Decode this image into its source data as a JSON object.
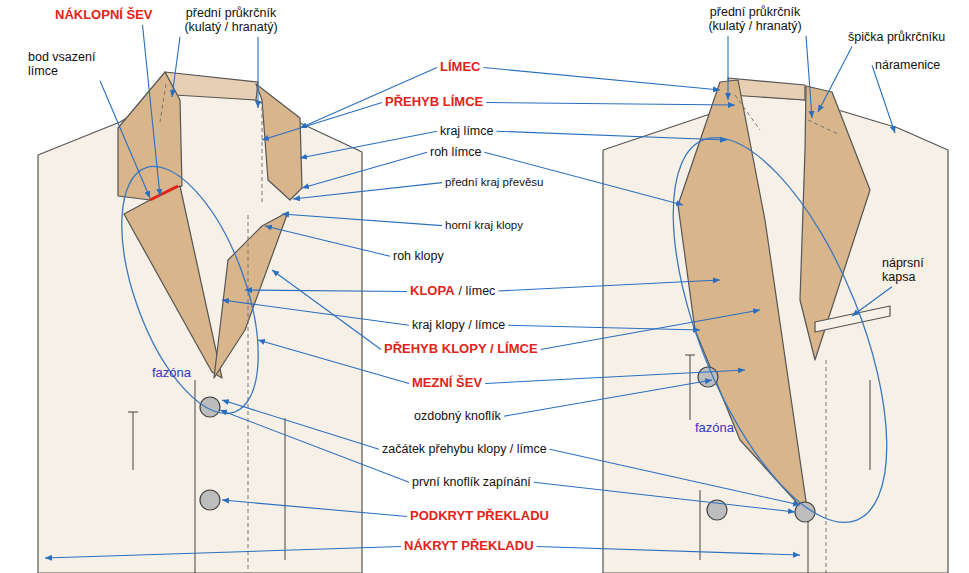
{
  "diagram": {
    "labels": [
      "NÁKLOPNÍ ŠEV",
      "přední průkrčník (kulatý / hranatý)",
      "bod vsazení límce",
      "LÍMEC",
      "PŘEHYB LÍMCE",
      "kraj límce",
      "roh límce",
      "přední kraj převěsu",
      "horní kraj klopy",
      "roh klopy",
      "KLOPA",
      "/ límec",
      "kraj klopy / límce",
      "PŘEHYB KLOPY / LÍMCE",
      "MEZNÍ ŠEV",
      "ozdobný knoflík",
      "začátek přehybu klopy / límce",
      "první knoflík zapínání",
      "PODKRYT PŘEKLADU",
      "NÁKRYT PŘEKLADU",
      "fazóna",
      "fazóna",
      "přední průkrčník (kulatý / hranatý)",
      "špička průkrčníku",
      "náramenice",
      "náprsní kapsa"
    ]
  }
}
